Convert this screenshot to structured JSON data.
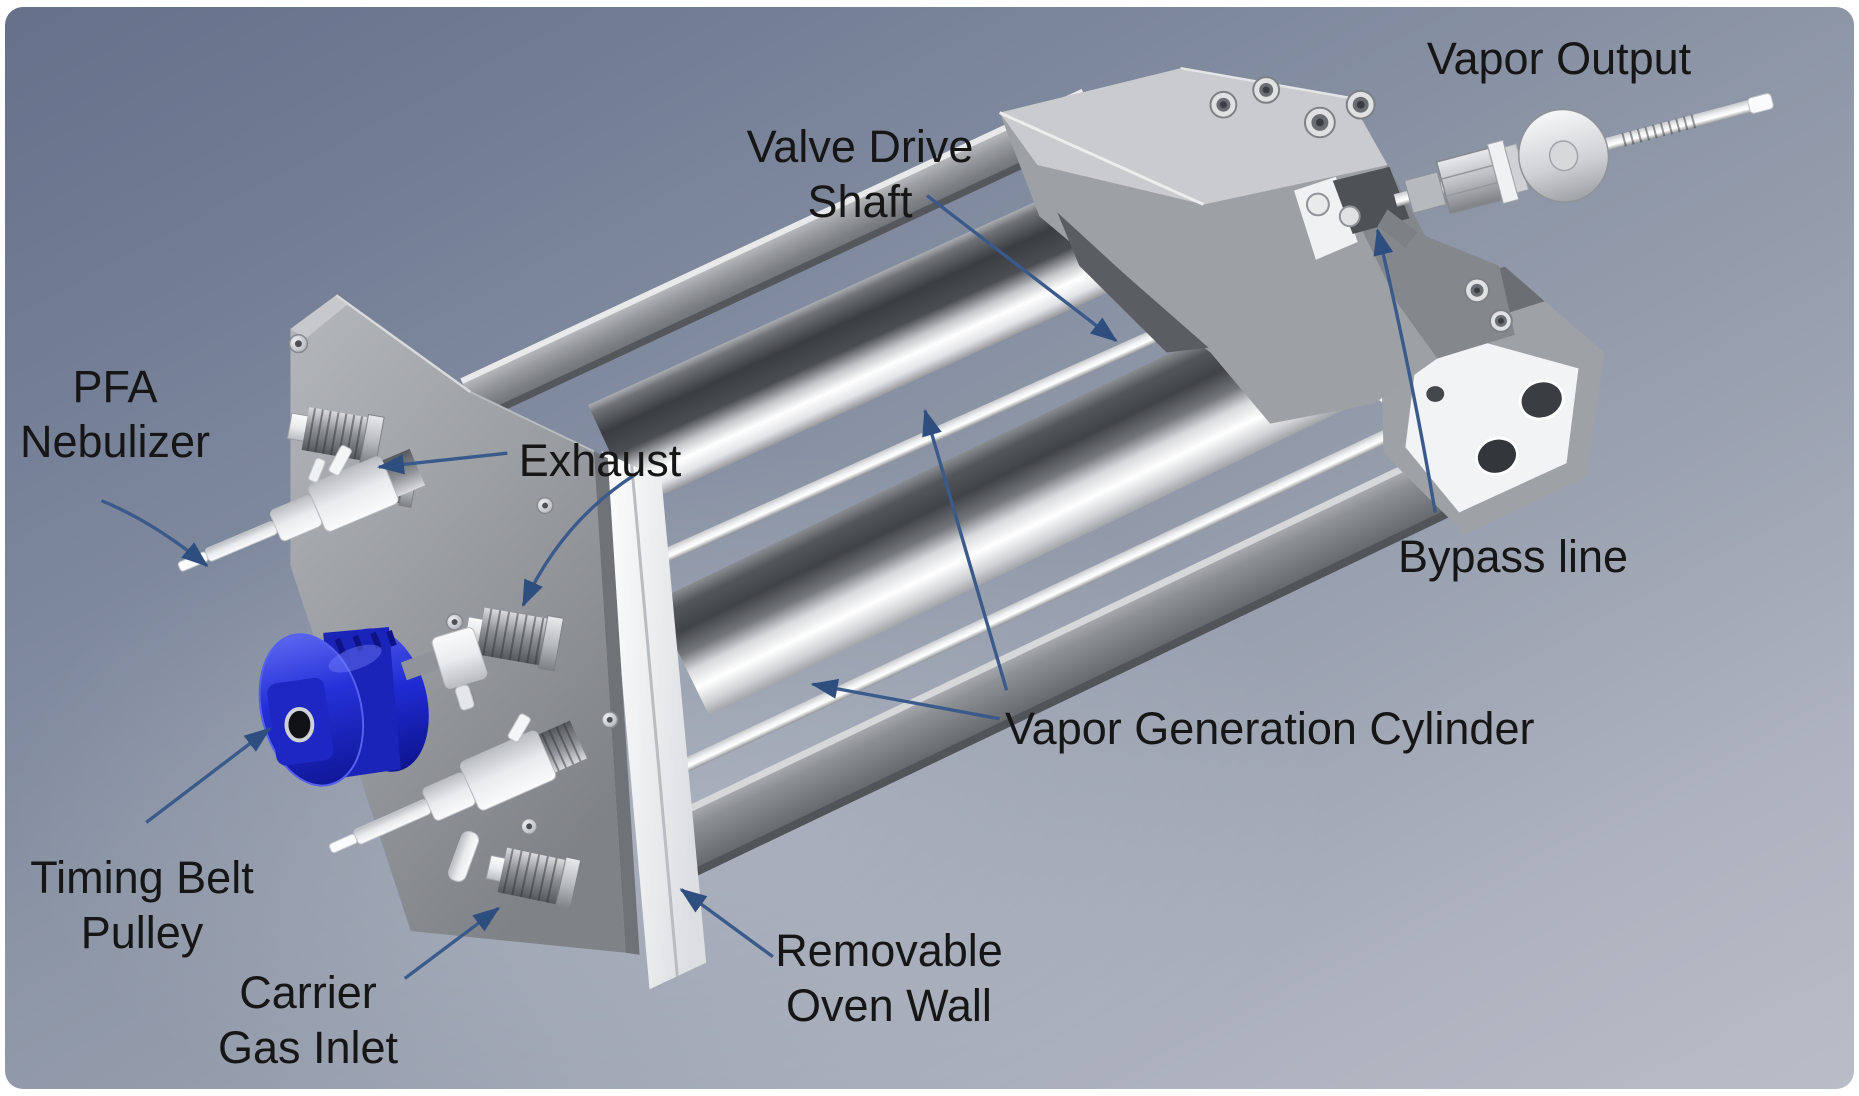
{
  "figure": {
    "type": "annotated 3D CAD rendering",
    "subject": "Heated vapor generation oven assembly with nebulizer, valve drive and vapor output"
  },
  "colors": {
    "bg1": "#67708a",
    "bg2": "#8b94a5",
    "bg3": "#b9bdc7",
    "label": "#161616",
    "arrow": "#3a5a8c",
    "arrowhead": "#2f4e80",
    "pulley_blue": "#1f2bd2",
    "metal_light": "#f2f3f4",
    "metal_dark": "#3e4145"
  },
  "labels": {
    "vapor_output": {
      "text": "Vapor Output"
    },
    "valve_drive_shaft": {
      "lines": [
        "Valve Drive",
        "Shaft"
      ]
    },
    "pfa_nebulizer": {
      "lines": [
        "PFA",
        "Nebulizer"
      ]
    },
    "exhaust": {
      "text": "Exhaust"
    },
    "bypass_line": {
      "text": "Bypass line"
    },
    "vapor_generation_cylinder": {
      "text": "Vapor Generation Cylinder"
    },
    "timing_belt_pulley": {
      "lines": [
        "Timing Belt",
        "Pulley"
      ]
    },
    "carrier_gas_inlet": {
      "lines": [
        "Carrier",
        "Gas Inlet"
      ]
    },
    "removable_oven_wall": {
      "lines": [
        "Removable",
        "Oven Wall"
      ]
    }
  }
}
